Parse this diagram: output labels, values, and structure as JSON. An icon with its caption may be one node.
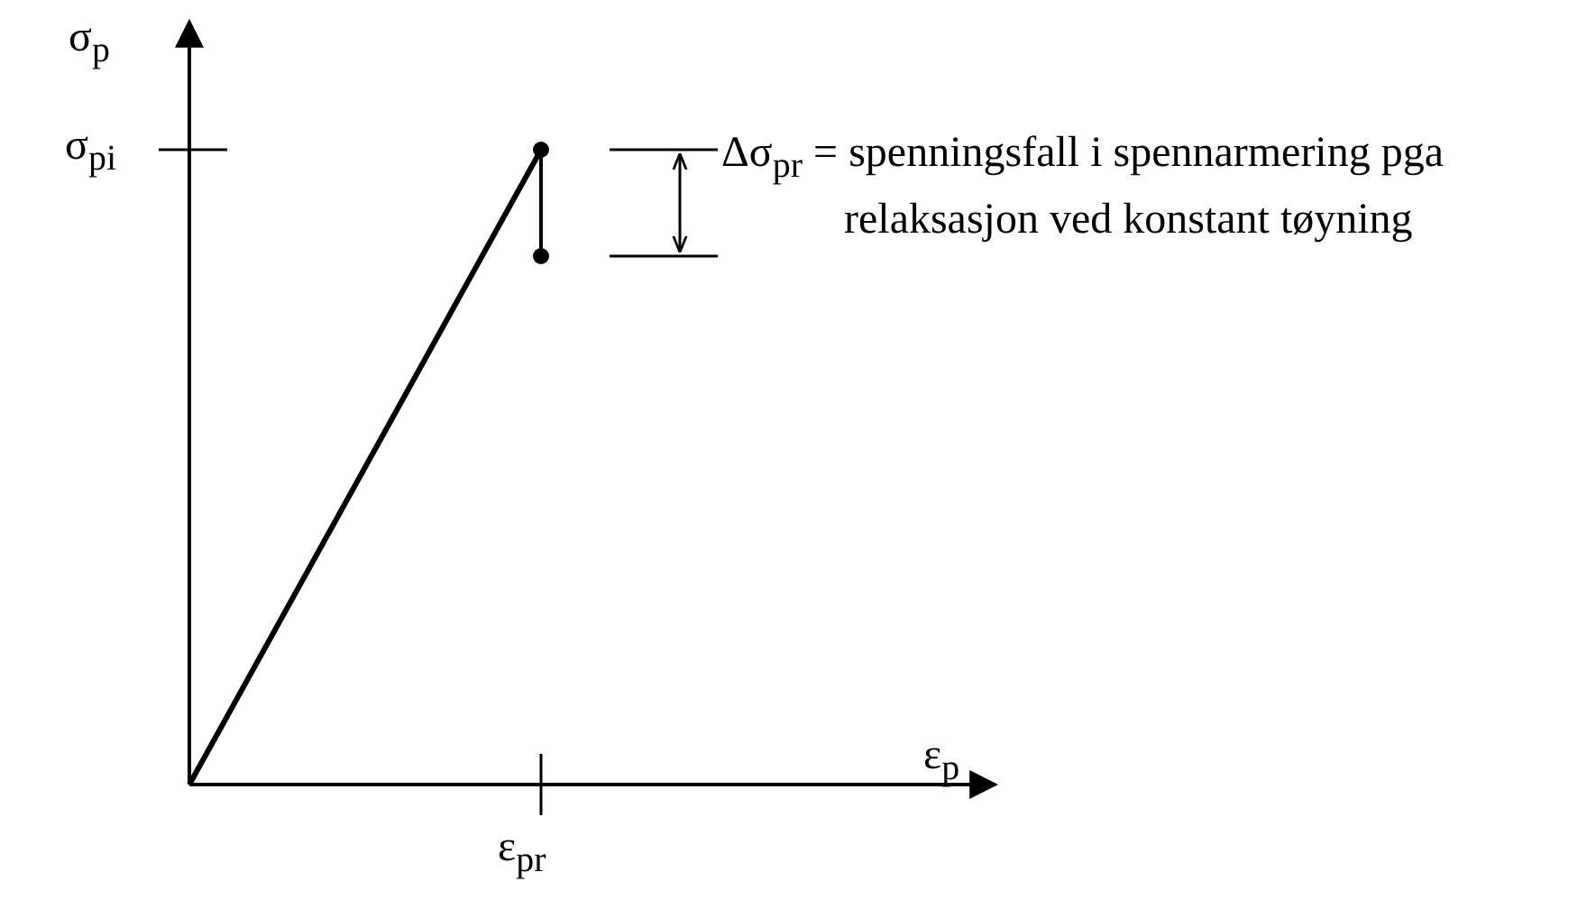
{
  "diagram": {
    "labels": [
      "σ$_{p}$",
      "σ$_{pi}$",
      "Δσ$_{pr}$ = spenningsfall i spennarmering pga relaksasjon ved konstant tøyning",
      "ε$_{pr}$",
      "ε$_{p}$"
    ]
  }
}
